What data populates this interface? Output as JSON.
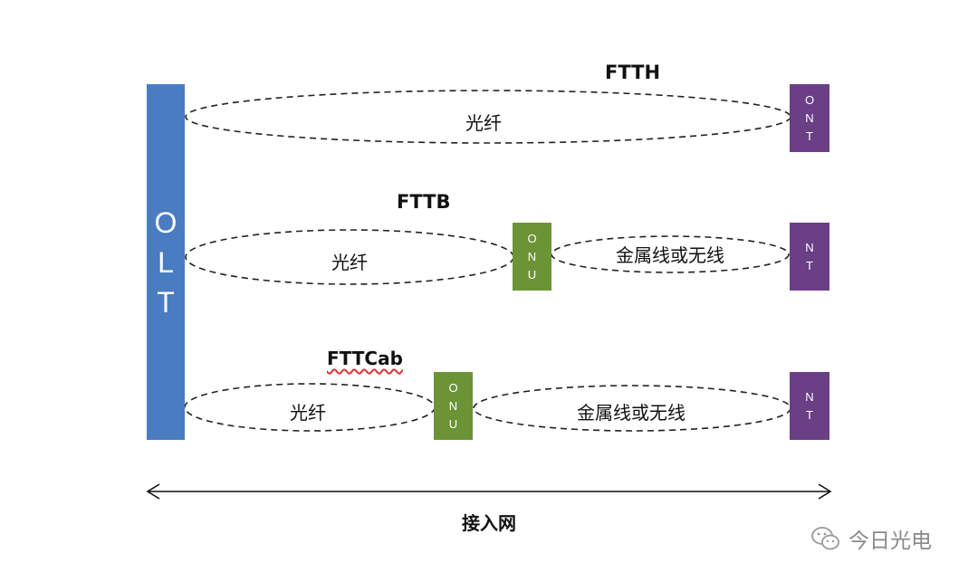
{
  "olt": {
    "letters": [
      "O",
      "L",
      "T"
    ]
  },
  "rows": [
    {
      "title": "FTTH",
      "segments": [
        "光纤"
      ],
      "end_node": {
        "letters": [
          "O",
          "N",
          "T"
        ]
      }
    },
    {
      "title": "FTTB",
      "segments": [
        "光纤",
        "金属线或无线"
      ],
      "mid_node": {
        "letters": [
          "O",
          "N",
          "U"
        ]
      },
      "end_node": {
        "letters": [
          "N",
          "T"
        ]
      }
    },
    {
      "title": "FTTCab",
      "segments": [
        "光纤",
        "金属线或无线"
      ],
      "mid_node": {
        "letters": [
          "O",
          "N",
          "U"
        ]
      },
      "end_node": {
        "letters": [
          "N",
          "T"
        ]
      }
    }
  ],
  "access_network_label": "接入网",
  "watermark": {
    "text": "今日光电",
    "icon": "wechat-icon"
  },
  "colors": {
    "olt": "#4a7cc1",
    "onu": "#6c9437",
    "nt": "#6a3f86"
  }
}
